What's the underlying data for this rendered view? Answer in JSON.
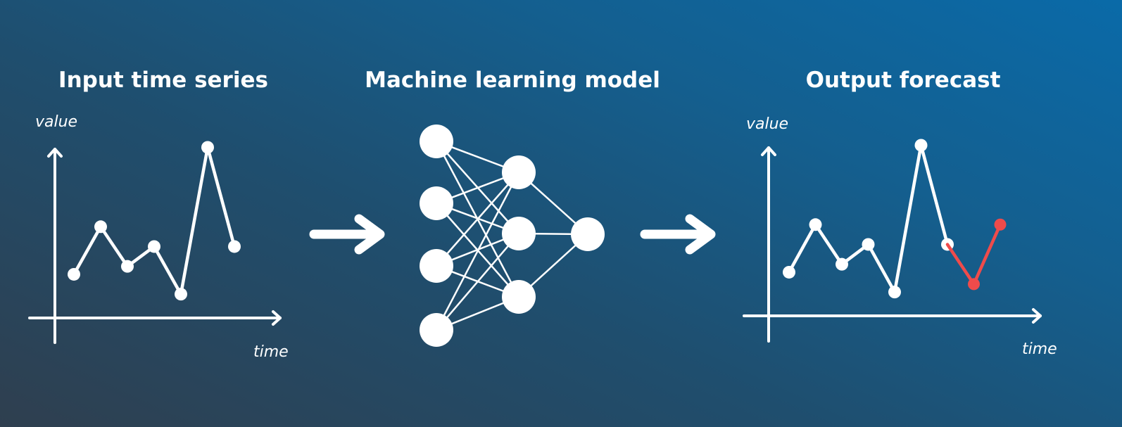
{
  "panels": {
    "input": {
      "title": "Input time series",
      "ylabel": "value",
      "xlabel": "time"
    },
    "model": {
      "title": "Machine learning model",
      "layers": [
        4,
        3,
        1
      ]
    },
    "output": {
      "title": "Output forecast",
      "ylabel": "value",
      "xlabel": "time"
    }
  },
  "colors": {
    "foreground": "#ffffff",
    "forecast": "#ef4b4b"
  },
  "chart_data": [
    {
      "type": "line",
      "series": [
        {
          "values": [
            2.2,
            4.6,
            2.6,
            3.6,
            1.2,
            8.6,
            3.6
          ]
        }
      ],
      "ylim": [
        0,
        10
      ]
    },
    {
      "type": "line",
      "series": [
        {
          "values": [
            2.2,
            4.6,
            2.6,
            3.6,
            1.2,
            8.6,
            3.6
          ]
        },
        {
          "values": [
            null,
            null,
            null,
            null,
            null,
            null,
            3.6,
            1.6,
            4.6
          ]
        }
      ],
      "ylim": [
        0,
        10
      ]
    }
  ]
}
